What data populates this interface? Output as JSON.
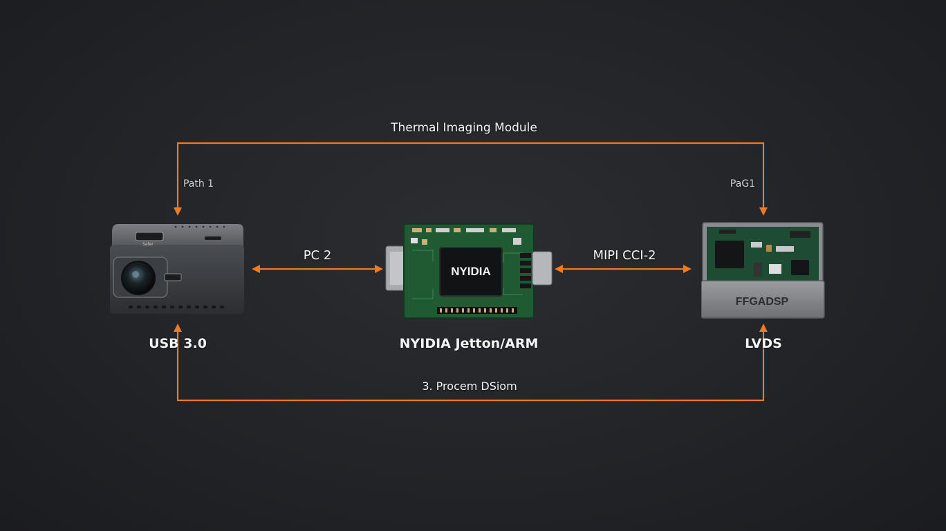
{
  "diagram": {
    "top_path_label": "Thermal Imaging Module",
    "left_path_label": "Path 1",
    "right_path_label": "PaG1",
    "bottom_path_label": "3. Procem DSiom",
    "link_left_label": "PC 2",
    "link_right_label": "MIPI CCI-2",
    "devices": {
      "camera": {
        "caption": "USB 3.0",
        "port_text": "Safer"
      },
      "board": {
        "caption": "NYIDIA Jetton/ARM",
        "chip_text": "NYIDIA"
      },
      "dsp": {
        "caption": "LVDS",
        "module_text": "FFGADSP"
      }
    },
    "colors": {
      "accent": "#f07a1f",
      "background": "#1f2124",
      "pcb": "#1f5a32"
    }
  }
}
